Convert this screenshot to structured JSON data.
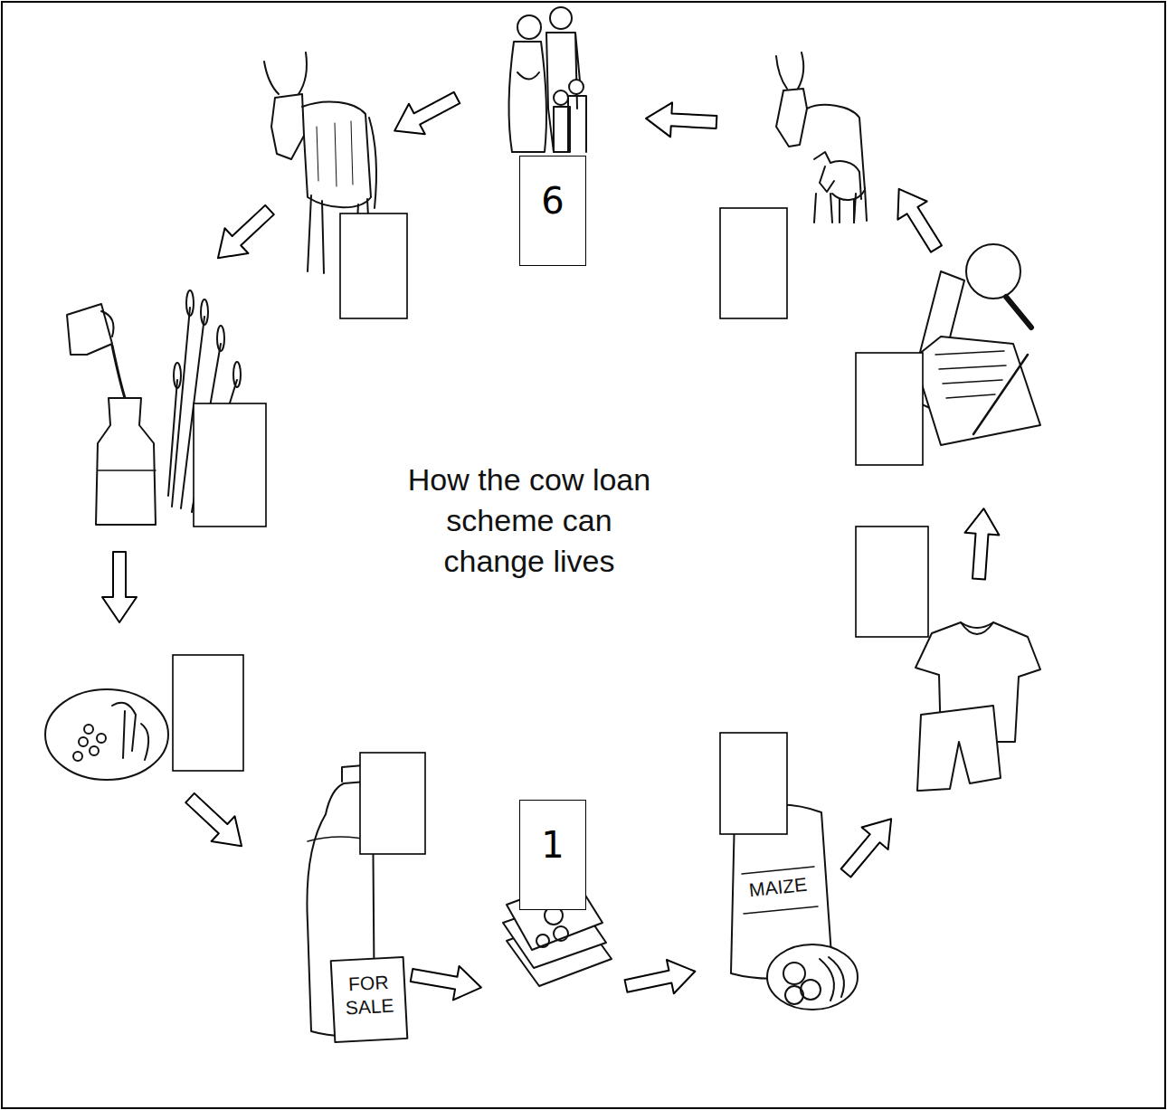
{
  "diagram": {
    "title": "How the cow loan scheme can change lives",
    "nodes": [
      {
        "text": [
          "6"
        ]
      },
      {
        "text": [
          "1"
        ]
      }
    ],
    "labels": [
      "FOR SALE",
      "MAIZE"
    ]
  }
}
